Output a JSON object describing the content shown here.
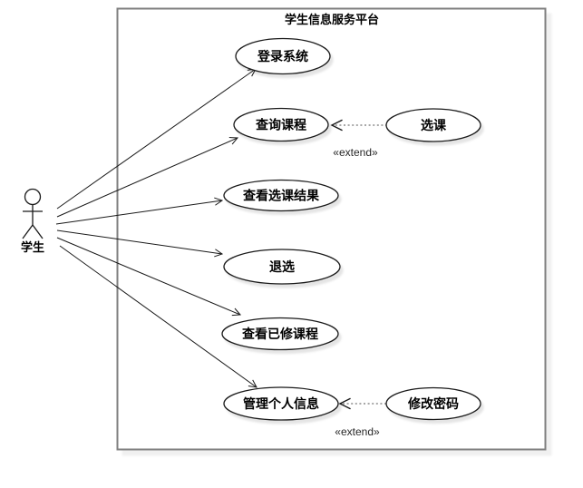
{
  "diagram": {
    "title": "学生信息服务平台"
  },
  "actor": {
    "label": "学生"
  },
  "use_cases": [
    {
      "id": "login",
      "label": "登录系统"
    },
    {
      "id": "query-course",
      "label": "查询课程"
    },
    {
      "id": "select-course",
      "label": "选课"
    },
    {
      "id": "view-selection-result",
      "label": "查看选课结果"
    },
    {
      "id": "drop-course",
      "label": "退选"
    },
    {
      "id": "view-completed-courses",
      "label": "查看已修课程"
    },
    {
      "id": "manage-personal-info",
      "label": "管理个人信息"
    },
    {
      "id": "change-password",
      "label": "修改密码"
    }
  ],
  "relations": {
    "extend_query_label": "«extend»",
    "extend_password_label": "«extend»"
  },
  "colors": {
    "boundary_stroke": "#7f7f7f",
    "shape_stroke": "#1a1a1a",
    "dashed_stroke": "#8c8c8c",
    "text": "#000000",
    "background": "#ffffff"
  }
}
